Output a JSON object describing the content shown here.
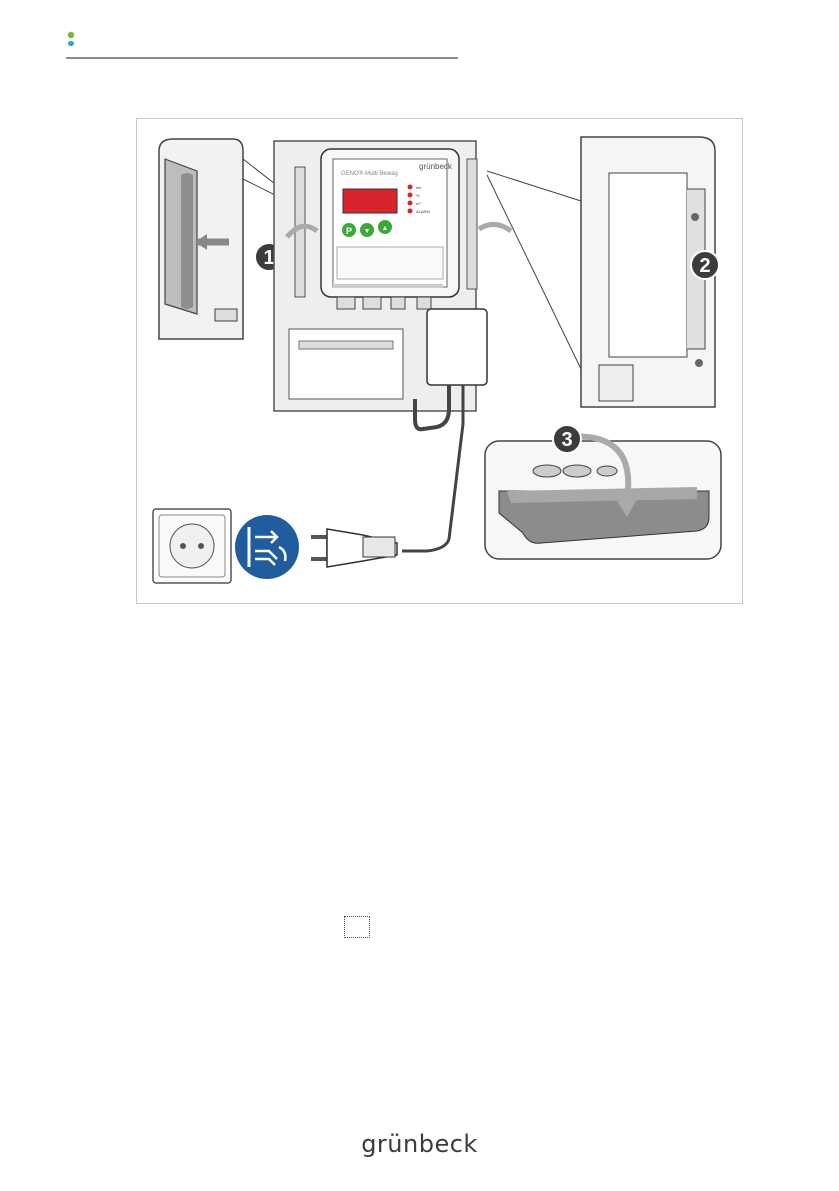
{
  "header": {
    "logo_colors": [
      "#7ab929",
      "#2aa7d8"
    ]
  },
  "figure": {
    "callouts": [
      "1",
      "2",
      "3"
    ],
    "device": {
      "brand": "grünbeck",
      "model": "GENO®-Multi Bewag",
      "indicators": [
        "ein",
        "%",
        "m³",
        "ALARM"
      ],
      "buttons": [
        "P",
        "▼",
        "▲"
      ]
    },
    "warning_icon": "disconnect-mains-plug-icon"
  },
  "footer": {
    "brand": "grünbeck"
  }
}
